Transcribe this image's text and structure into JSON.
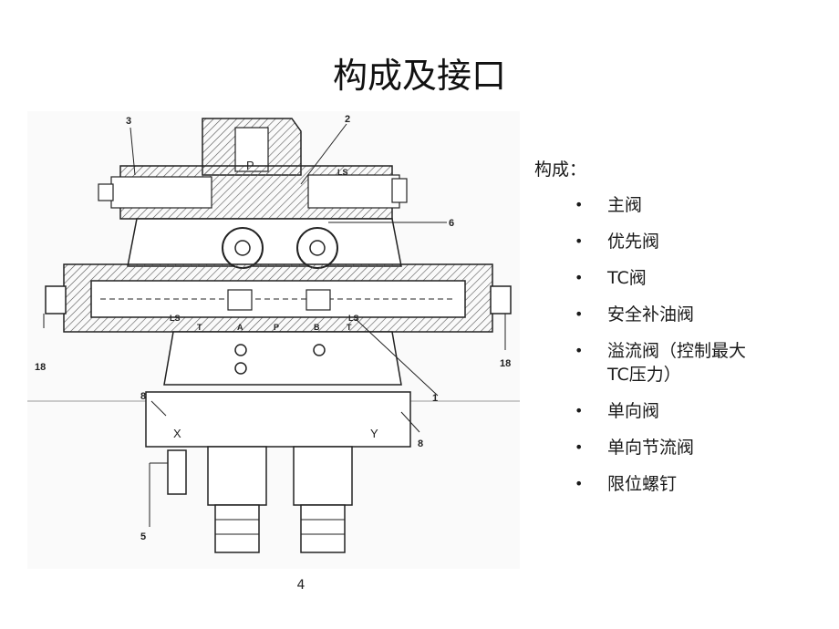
{
  "slide": {
    "title": "构成及接口",
    "page_number": "4"
  },
  "content": {
    "heading": "构成：",
    "items": [
      {
        "label": "主阀"
      },
      {
        "label": "优先阀"
      },
      {
        "label": "TC阀"
      },
      {
        "label": "安全补油阀"
      },
      {
        "label": "溢流阀（控制最大TC压力）"
      },
      {
        "label": "单向阀"
      },
      {
        "label": "单向节流阀"
      },
      {
        "label": "限位螺钉"
      }
    ]
  },
  "diagram": {
    "callouts": [
      "1",
      "2",
      "3",
      "5",
      "6",
      "8",
      "8",
      "18",
      "18"
    ],
    "port_labels": [
      "P",
      "LS",
      "LS",
      "LS",
      "T",
      "A",
      "P",
      "B",
      "T",
      "X",
      "Y"
    ]
  }
}
